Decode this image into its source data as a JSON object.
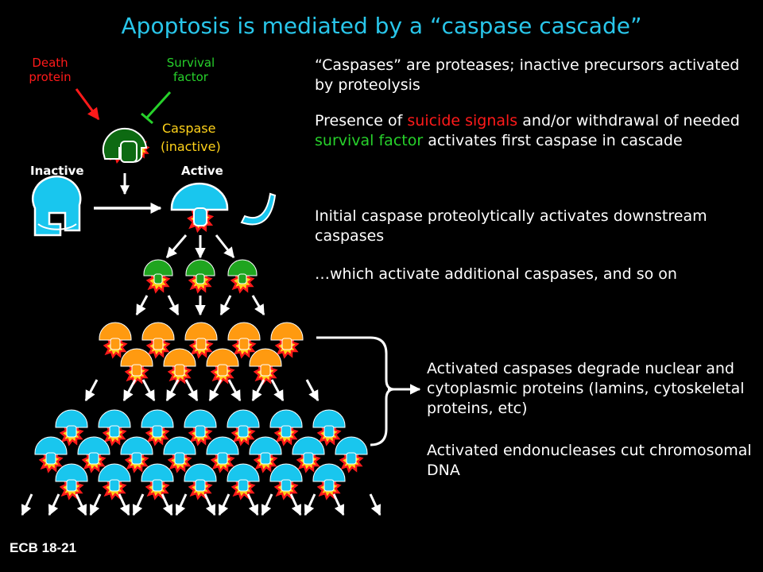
{
  "title": "Apoptosis is mediated by a “caspase cascade”",
  "labels": {
    "death_protein": "Death\nprotein",
    "survival_factor": "Survival\nfactor",
    "caspase": "Caspase",
    "inactive_paren": "(inactive)",
    "inactive": "Inactive",
    "active": "Active"
  },
  "text": {
    "p1": "“Caspases” are proteases; inactive precursors activated by proteolysis",
    "p2_a": "Presence of ",
    "p2_suicide": "suicide signals",
    "p2_b": " and/or withdrawal of needed ",
    "p2_survival": "survival factor",
    "p2_c": " activates first caspase in cascade",
    "p3": "Initial caspase proteolytically activates downstream caspases",
    "p4": "…which activate additional caspases, and so on",
    "p5": "Activated caspases degrade nuclear and cytoplasmic proteins (lamins, cytoskeletal proteins, etc)",
    "p6": "Activated endonucleases cut chromosomal DNA"
  },
  "figure_label": "ECB 18-21",
  "colors": {
    "title": "#29c6ea",
    "cyan_caspase": "#19c6ee",
    "green_caspase": "#1fa51f",
    "dark_green_caspase": "#0d6a12",
    "orange_caspase": "#ff9a10",
    "red": "#ff1a1a",
    "green": "#27d12b",
    "star_yellow": "#ffd21a"
  }
}
